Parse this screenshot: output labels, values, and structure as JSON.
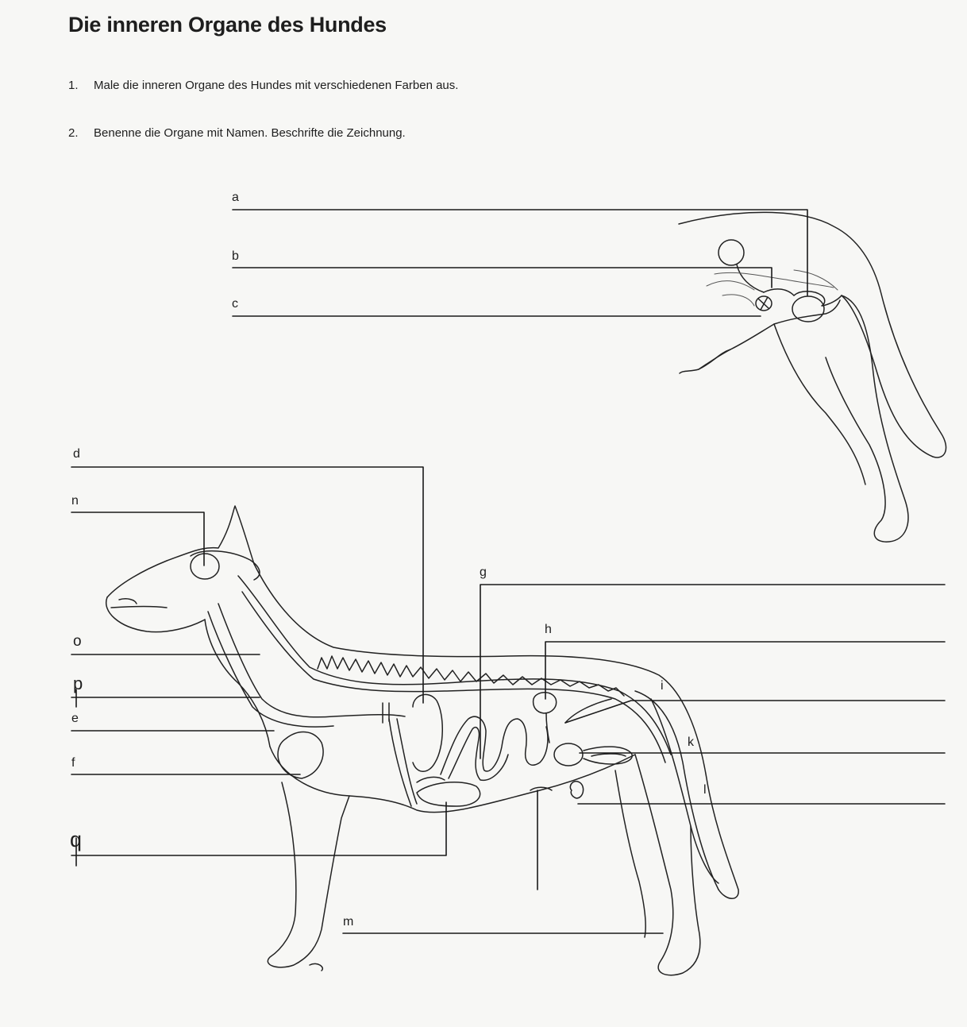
{
  "worksheet": {
    "title": "Die inneren Organe des Hundes",
    "instructions": [
      {
        "number": "1.",
        "text": "Male die inneren Organe des Hundes mit verschiedenen Farben aus."
      },
      {
        "number": "2.",
        "text": "Benenne die Organe mit Namen. Beschrifte die Zeichnung."
      }
    ]
  },
  "labels": {
    "a": "a",
    "b": "b",
    "c": "c",
    "d": "d",
    "n": "n",
    "o": "o",
    "p": "p",
    "e": "e",
    "f": "f",
    "q": "q",
    "g": "g",
    "h": "h",
    "i": "i",
    "k": "k",
    "l": "l",
    "m": "m"
  }
}
